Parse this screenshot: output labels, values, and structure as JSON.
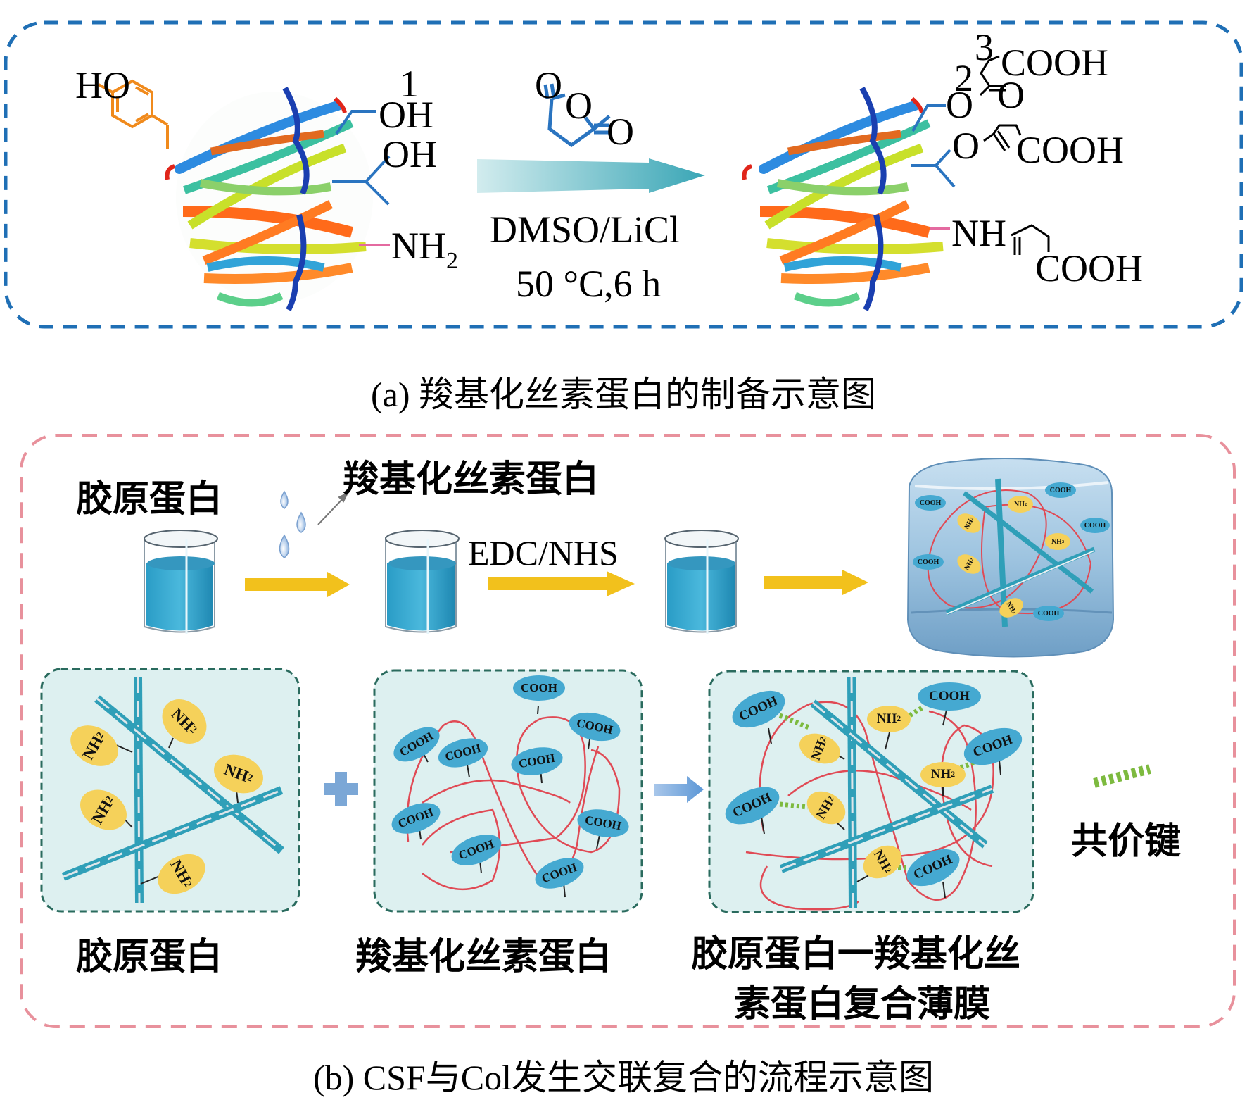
{
  "panel_a": {
    "caption": "(a) 羧基化丝素蛋白的制备示意图",
    "left_molecule": {
      "tyrosine_label": "HO",
      "site_number": "1",
      "hydroxyl_1": "OH",
      "hydroxyl_2": "OH",
      "amine": "NH",
      "amine_sub": "2"
    },
    "reagent": {
      "name": "succinic anhydride",
      "o1": "O",
      "o2": "O",
      "o3": "O",
      "conditions_line1": "DMSO/LiCl",
      "conditions_line2": "50 °C,6 h"
    },
    "right_molecule": {
      "num_2": "2",
      "num_3": "3",
      "cooh_1": "COOH",
      "ester_o1": "O",
      "carbonyl_o1": "O",
      "ester_o2": "O",
      "cooh_2": "COOH",
      "amide": "NH",
      "cooh_3": "COOH"
    },
    "colors": {
      "frame": "#1f6fb5",
      "tyrosine": "#f08a1c",
      "side_chain": "#2a74c0",
      "amine_bond": "#e46aa0",
      "arrow_start": "#d2ecee",
      "arrow_end": "#3aa6b6"
    }
  },
  "panel_b": {
    "caption": "(b) CSF与Col发生交联复合的流程示意图",
    "top_row": {
      "collagen_label": "胶原蛋白",
      "csf_label": "羧基化丝素蛋白",
      "crosslinker_label": "EDC/NHS"
    },
    "boxes": [
      {
        "label": "胶原蛋白",
        "groups": [
          "NH2",
          "NH2",
          "NH2",
          "NH2",
          "NH2"
        ]
      },
      {
        "label": "羧基化丝素蛋白",
        "groups": [
          "COOH",
          "COOH",
          "COOH",
          "COOH",
          "COOH",
          "COOH",
          "COOH",
          "COOH",
          "COOH"
        ]
      },
      {
        "label_line1": "胶原蛋白一羧基化丝",
        "label_line2": "素蛋白复合薄膜"
      }
    ],
    "legend": {
      "label": "共价键"
    },
    "group_text": {
      "amine": "NH",
      "amine_sub": "2",
      "carboxyl": "COOH"
    },
    "colors": {
      "frame": "#e8919c",
      "box_fill": "#ddf0f0",
      "box_border": "#2a6b5e",
      "cooh": "#45a9d1",
      "nh2": "#f5d15a",
      "chain": "#e04a55",
      "fiber": "#2f9fb8",
      "bond": "#7dba3f",
      "yellow_arrow": "#f2c11c",
      "plus": "#7ba7d6"
    }
  }
}
